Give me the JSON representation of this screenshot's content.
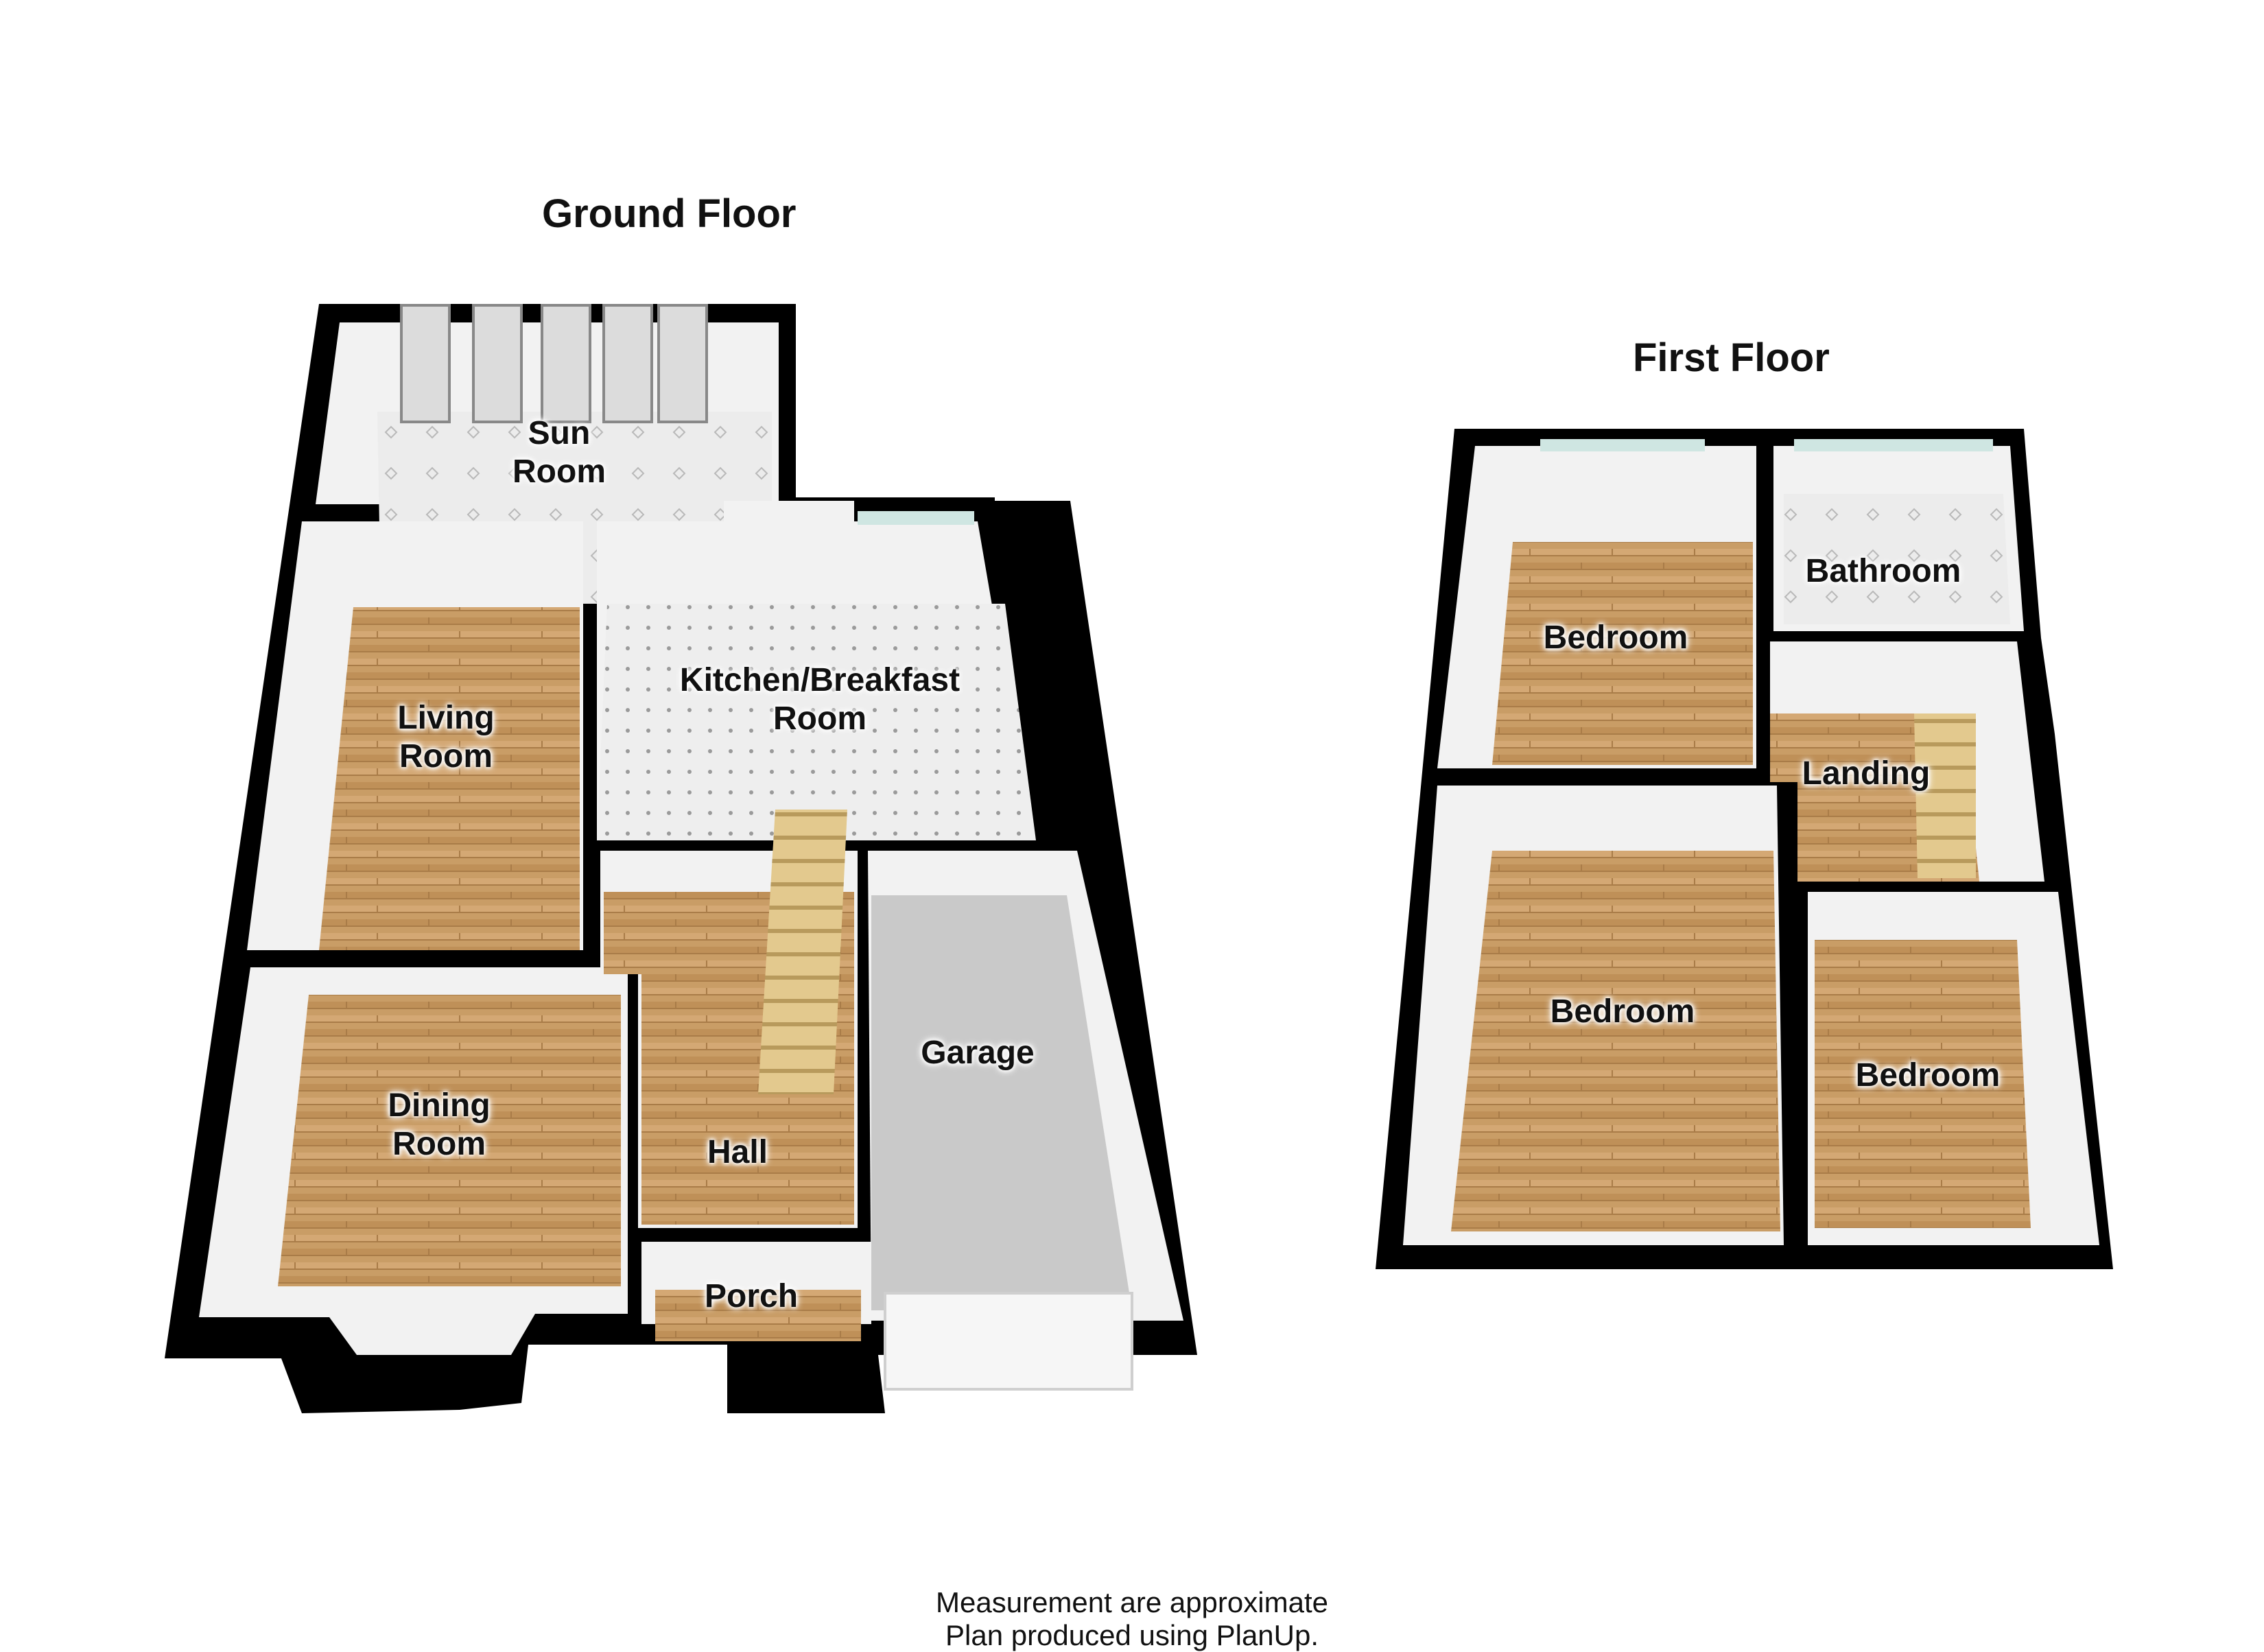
{
  "floors": [
    {
      "title": "Ground Floor",
      "rooms": [
        "Sun\nRoom",
        "Living\nRoom",
        "Kitchen/Breakfast\nRoom",
        "Dining\nRoom",
        "Hall",
        "Garage",
        "Porch"
      ]
    },
    {
      "title": "First Floor",
      "rooms": [
        "Bathroom",
        "Bedroom",
        "Landing",
        "Bedroom",
        "Bedroom"
      ]
    }
  ],
  "footer": {
    "line1": "Measurement are approximate",
    "line2": "Plan produced using PlanUp."
  },
  "colors": {
    "wall": "#000000",
    "wall_face": "#f2f2f2",
    "wood": "#c79a63",
    "tile": "#ebebeb",
    "garage_floor": "#c8c8c8",
    "window_glass": "#cfe6e2"
  }
}
